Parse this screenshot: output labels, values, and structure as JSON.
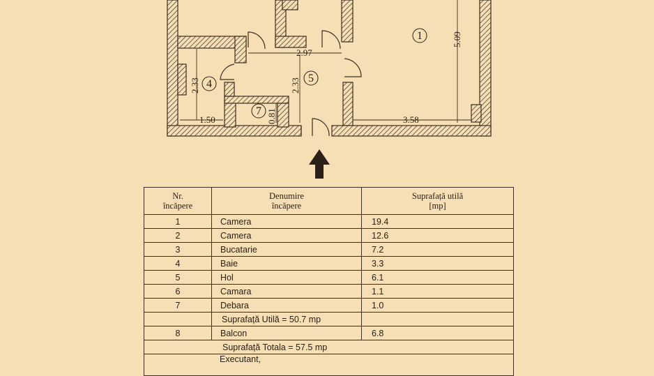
{
  "plan": {
    "dimensions": {
      "hall_width": "2.97",
      "room1_height": "5.09",
      "room1_width": "3.58",
      "bath_height": "2.33",
      "bath_width": "1.50",
      "hall_height": "2.33",
      "debara_height": "0.81"
    },
    "room_labels": [
      "1",
      "4",
      "5",
      "7"
    ]
  },
  "table": {
    "headers": {
      "nr": [
        "Nr.",
        "încăpere"
      ],
      "name": [
        "Denumire",
        "încăpere"
      ],
      "area": [
        "Suprafață utilă",
        "[mp]"
      ]
    },
    "rows": [
      {
        "nr": "1",
        "name": "Camera",
        "area": "19.4"
      },
      {
        "nr": "2",
        "name": "Camera",
        "area": "12.6"
      },
      {
        "nr": "3",
        "name": "Bucatarie",
        "area": "7.2"
      },
      {
        "nr": "4",
        "name": "Baie",
        "area": "3.3"
      },
      {
        "nr": "5",
        "name": "Hol",
        "area": "6.1"
      },
      {
        "nr": "6",
        "name": "Camara",
        "area": "1.1"
      },
      {
        "nr": "7",
        "name": "Debara",
        "area": "1.0"
      }
    ],
    "useful_total": "Suprafață Utilă = 50.7 mp",
    "balcony": {
      "nr": "8",
      "name": "Balcon",
      "area": "6.8"
    },
    "grand_total": "Suprafață Totala = 57.5 mp",
    "executant": "Executant,"
  },
  "colors": {
    "background": "#f6dfb4",
    "ink": "#2a2018"
  }
}
